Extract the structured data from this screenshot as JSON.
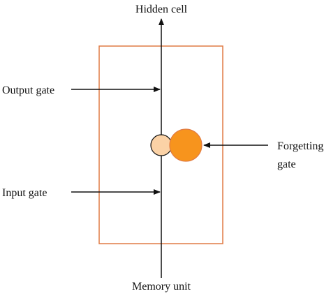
{
  "diagram": {
    "labels": {
      "hidden_cell": "Hidden cell",
      "output_gate": "Output gate",
      "forgetting_gate_line1": "Forgetting",
      "forgetting_gate_line2": "gate",
      "input_gate": "Input gate",
      "memory_unit": "Memory unit"
    },
    "colors": {
      "box_border": "#E07B45",
      "forget_node_fill": "#F7941D",
      "memory_node_fill": "#FBD2A6",
      "stroke": "#111111",
      "background": "#FFFFFF"
    }
  }
}
